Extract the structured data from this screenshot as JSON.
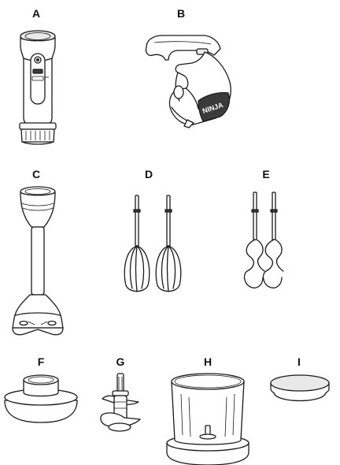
{
  "parts": [
    {
      "id": "a",
      "label": "A"
    },
    {
      "id": "b",
      "label": "B"
    },
    {
      "id": "c",
      "label": "C"
    },
    {
      "id": "d",
      "label": "D"
    },
    {
      "id": "e",
      "label": "E"
    },
    {
      "id": "f",
      "label": "F"
    },
    {
      "id": "g",
      "label": "G"
    },
    {
      "id": "h",
      "label": "H"
    },
    {
      "id": "i",
      "label": "I"
    }
  ],
  "brand_logo": "NINJA"
}
